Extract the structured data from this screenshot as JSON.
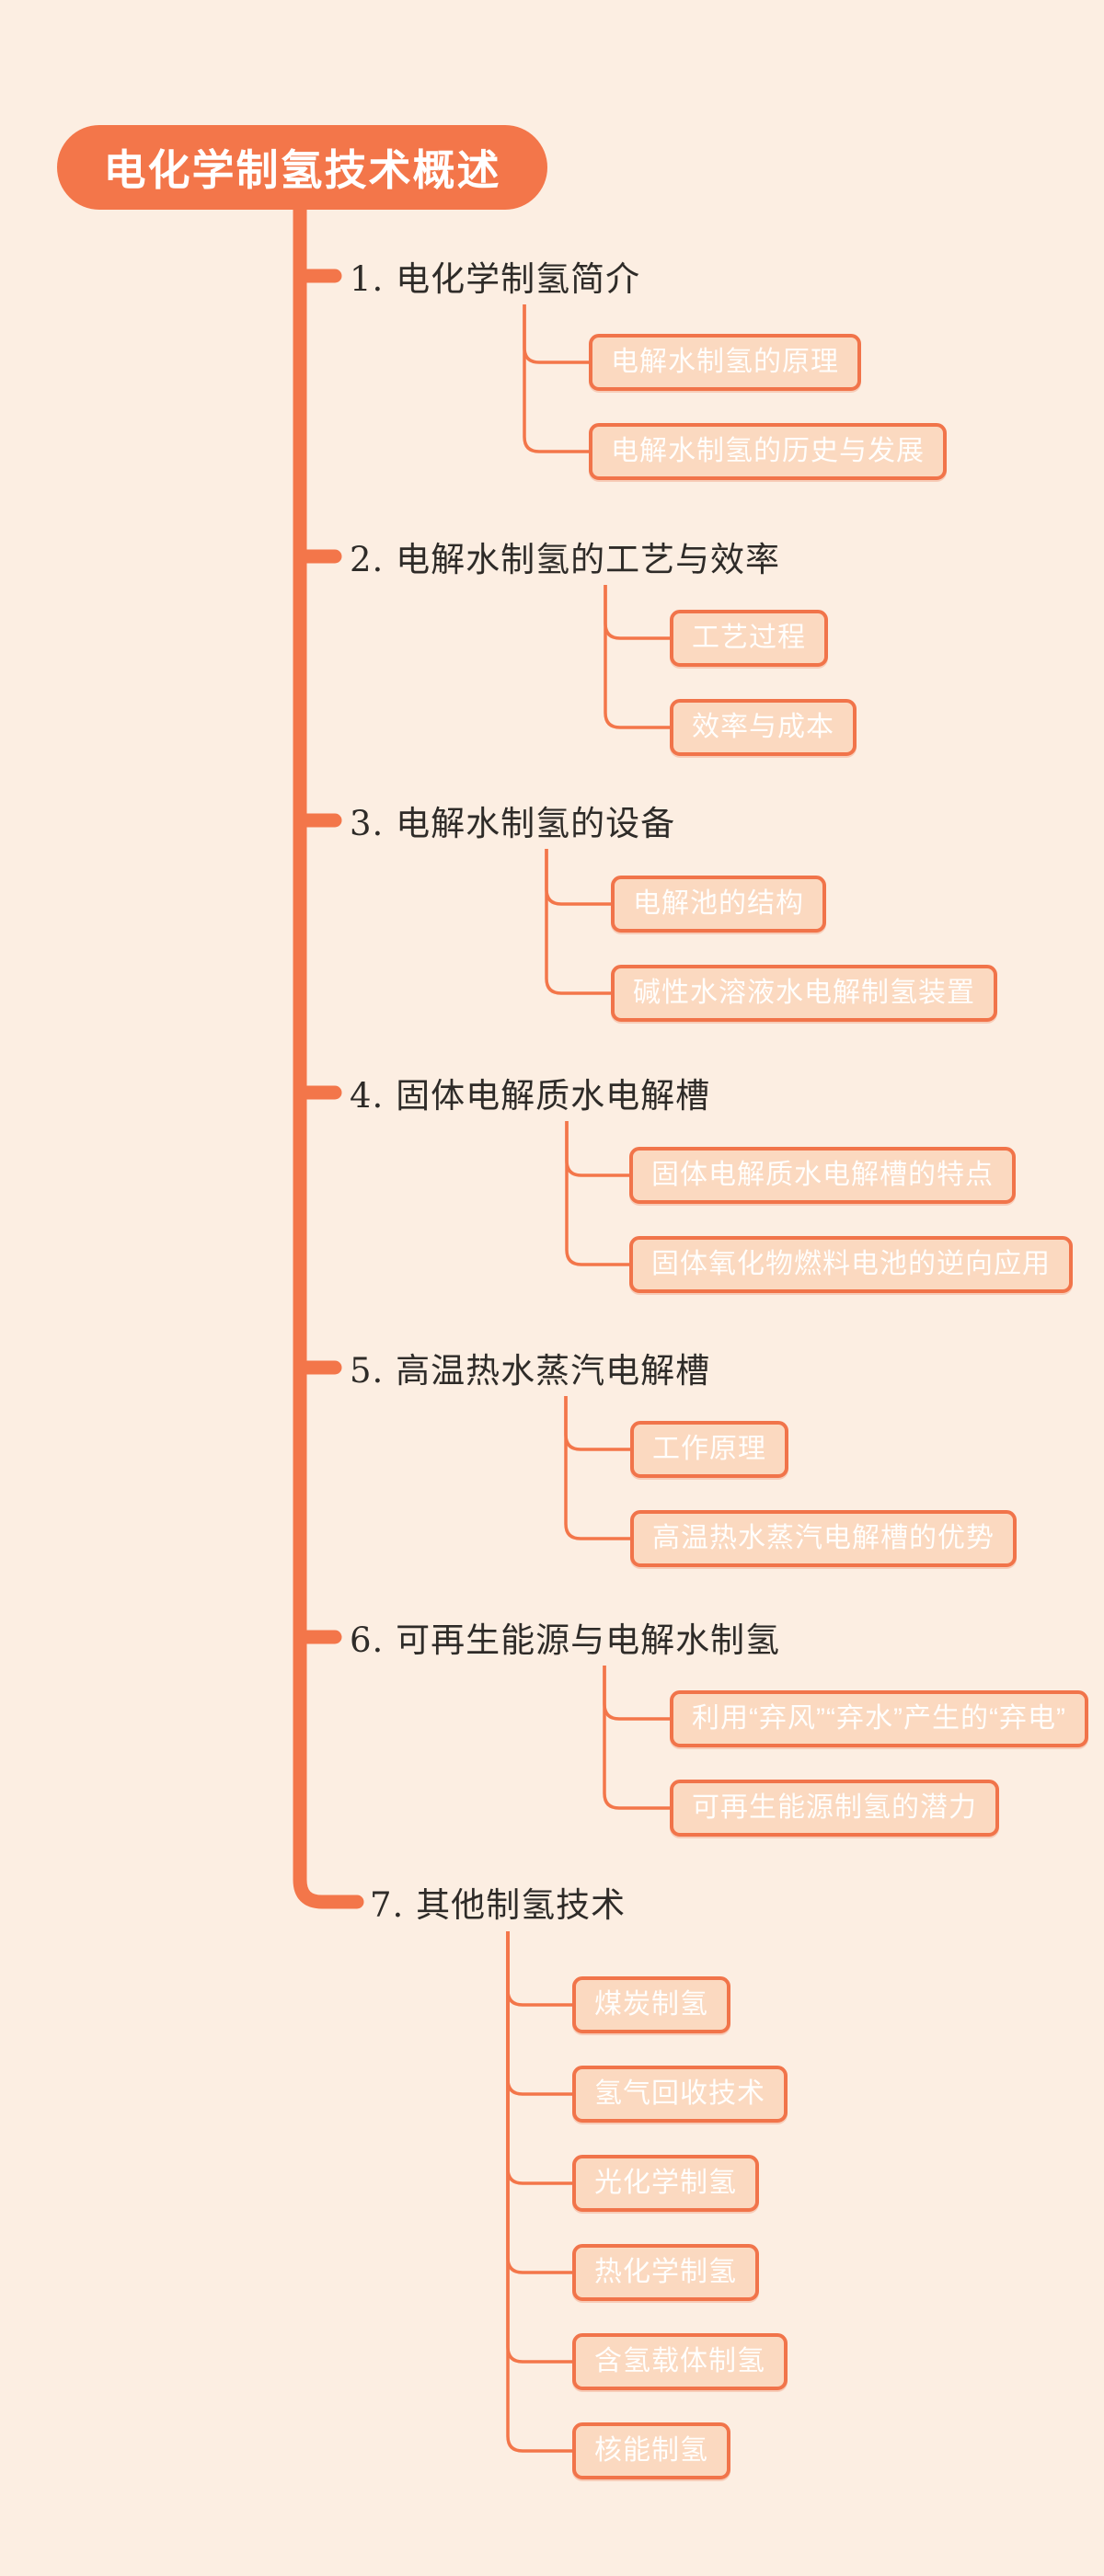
{
  "diagram": {
    "type": "mindmap",
    "root": {
      "label": "电化学制氢技术概述"
    },
    "branches": [
      {
        "label": "1. 电化学制氢简介",
        "children": [
          "电解水制氢的原理",
          "电解水制氢的历史与发展"
        ]
      },
      {
        "label": "2. 电解水制氢的工艺与效率",
        "children": [
          "工艺过程",
          "效率与成本"
        ]
      },
      {
        "label": "3. 电解水制氢的设备",
        "children": [
          "电解池的结构",
          "碱性水溶液水电解制氢装置"
        ]
      },
      {
        "label": "4. 固体电解质水电解槽",
        "children": [
          "固体电解质水电解槽的特点",
          "固体氧化物燃料电池的逆向应用"
        ]
      },
      {
        "label": "5. 高温热水蒸汽电解槽",
        "children": [
          "工作原理",
          "高温热水蒸汽电解槽的优势"
        ]
      },
      {
        "label": "6. 可再生能源与电解水制氢",
        "children": [
          "利用“弃风”“弃水”产生的“弃电”",
          "可再生能源制氢的潜力"
        ]
      },
      {
        "label": "7. 其他制氢技术",
        "children": [
          "煤炭制氢",
          "氢气回收技术",
          "光化学制氢",
          "热化学制氢",
          "含氢载体制氢",
          "核能制氢"
        ]
      }
    ],
    "colors": {
      "background": "#FCEEE2",
      "accent_orange": "#F3764A",
      "child_fill": "#FBD9C0",
      "child_text": "#FFFFFF",
      "branch_label_text": "#2E2B28",
      "root_text": "#FFFFFF"
    }
  }
}
